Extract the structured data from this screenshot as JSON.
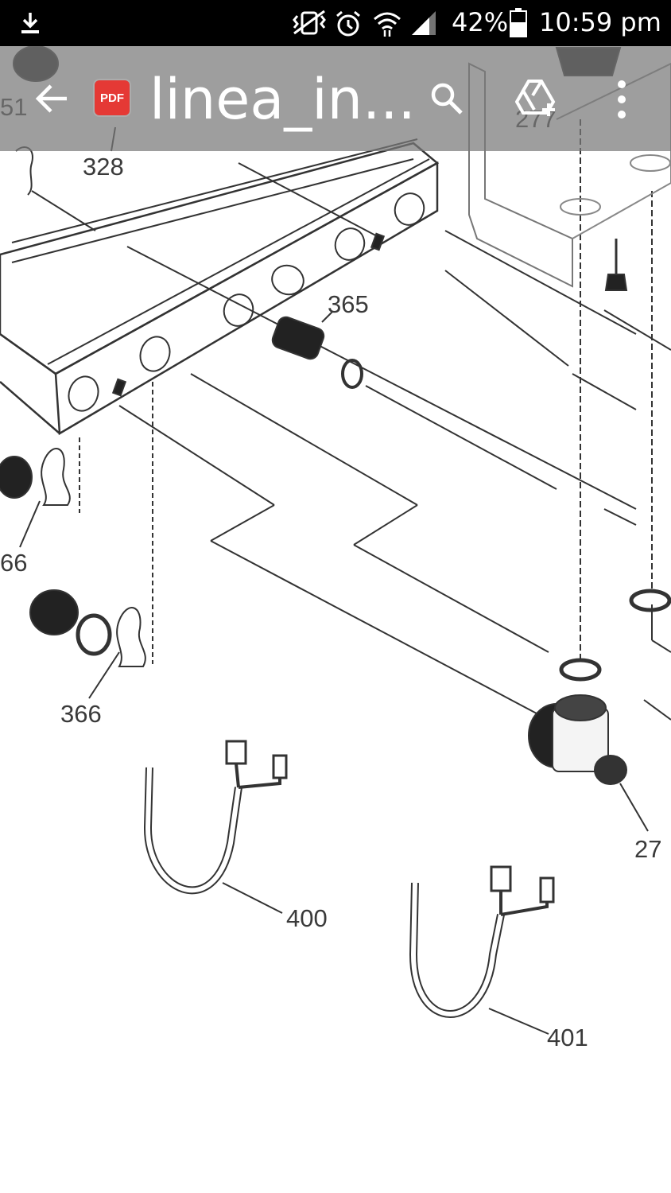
{
  "status_bar": {
    "battery": "42%",
    "time": "10:59 pm",
    "icons": [
      "download-icon",
      "vibrate-icon",
      "alarm-icon",
      "wifi-icon",
      "signal-icon",
      "battery-icon"
    ]
  },
  "toolbar": {
    "title": "linea_in...",
    "badge": "PDF",
    "icons": [
      "back-arrow-icon",
      "pdf-file-icon",
      "search-icon",
      "drive-add-icon",
      "more-vert-icon"
    ]
  },
  "drawing": {
    "labels": {
      "l51": "51",
      "l277": "277",
      "l328": "328",
      "l365": "365",
      "l366a": "66",
      "l366b": "366",
      "l27": "27",
      "l400": "400",
      "l401": "401"
    }
  }
}
